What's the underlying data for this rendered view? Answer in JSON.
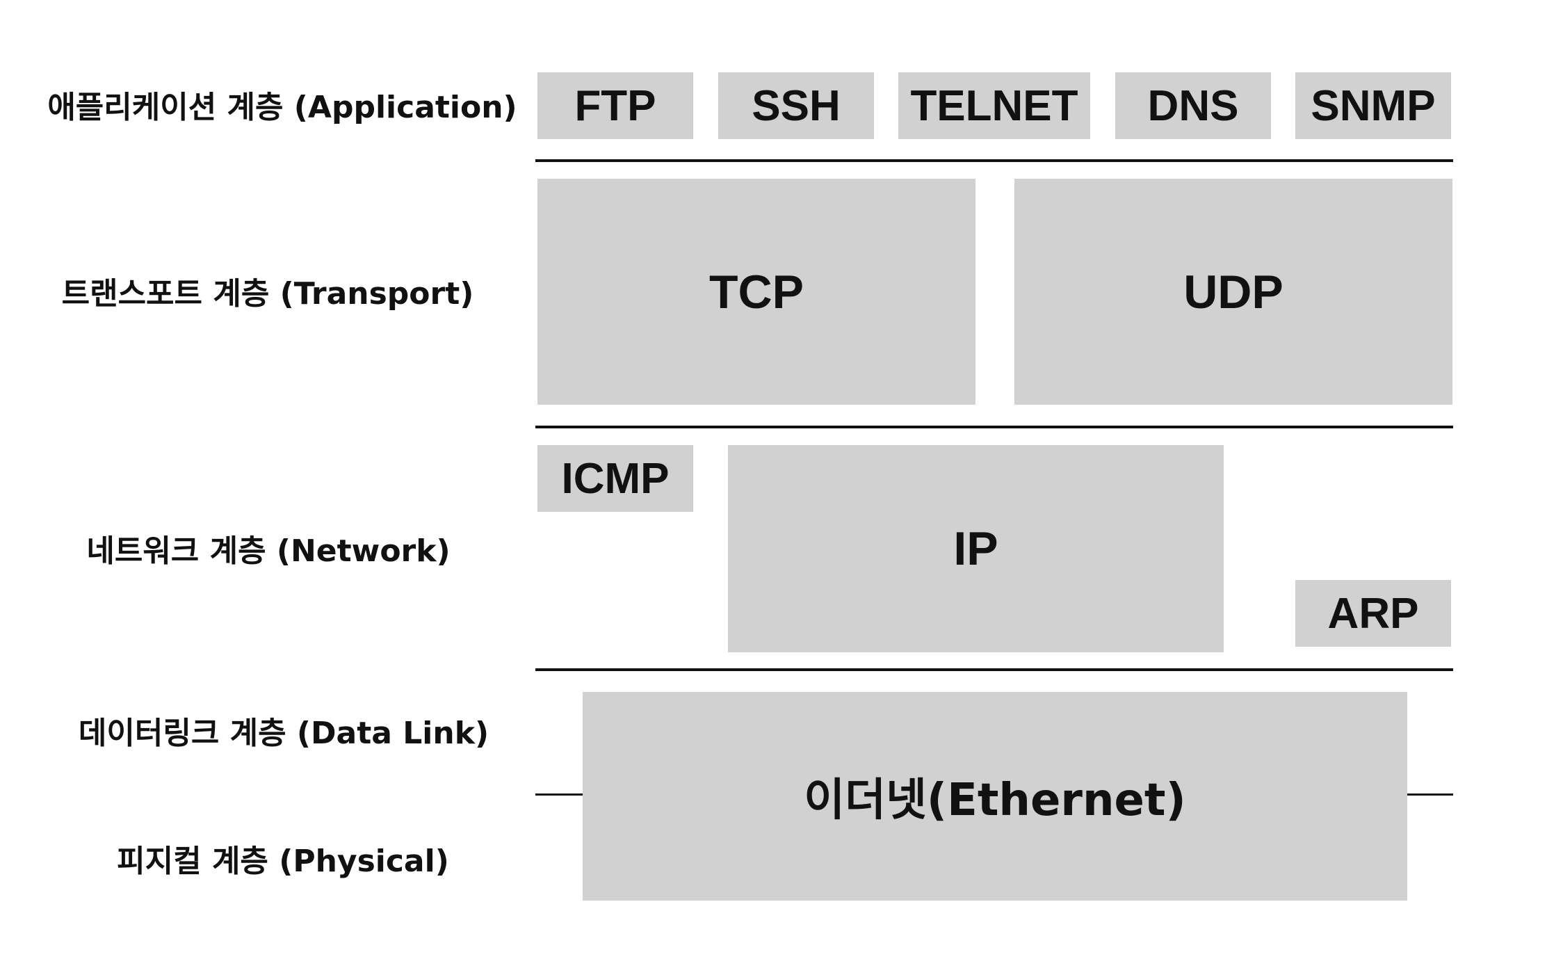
{
  "layers": {
    "application": "애플리케이션 계층 (Application)",
    "transport": "트랜스포트 계층 (Transport)",
    "network": "네트워크 계층 (Network)",
    "datalink": "데이터링크 계층 (Data Link)",
    "physical": "피지컬 계층 (Physical)"
  },
  "protocols": {
    "ftp": "FTP",
    "ssh": "SSH",
    "telnet": "TELNET",
    "dns": "DNS",
    "snmp": "SNMP",
    "tcp": "TCP",
    "udp": "UDP",
    "icmp": "ICMP",
    "ip": "IP",
    "arp": "ARP",
    "ethernet": "이더넷(Ethernet)"
  },
  "colors": {
    "box": "#d1d1d1",
    "line": "#111111",
    "background": "#ffffff"
  }
}
